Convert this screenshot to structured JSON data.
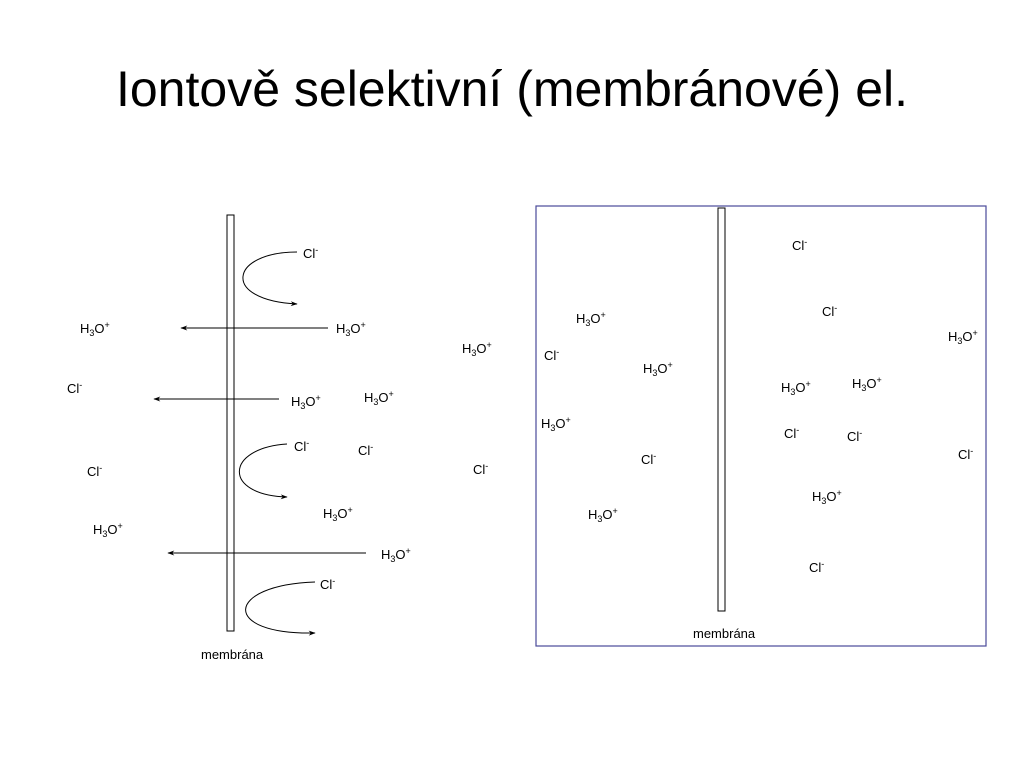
{
  "title": "Iontově selektivní (membránové) el.",
  "membrane_label": "membrána",
  "species": {
    "hydronium": {
      "base1": "H",
      "sub": "3",
      "base2": "O",
      "sup": "+"
    },
    "chloride": {
      "base": "Cl",
      "sup": "-"
    }
  },
  "colors": {
    "frame": "#4a4a9a",
    "ink": "#000000"
  }
}
